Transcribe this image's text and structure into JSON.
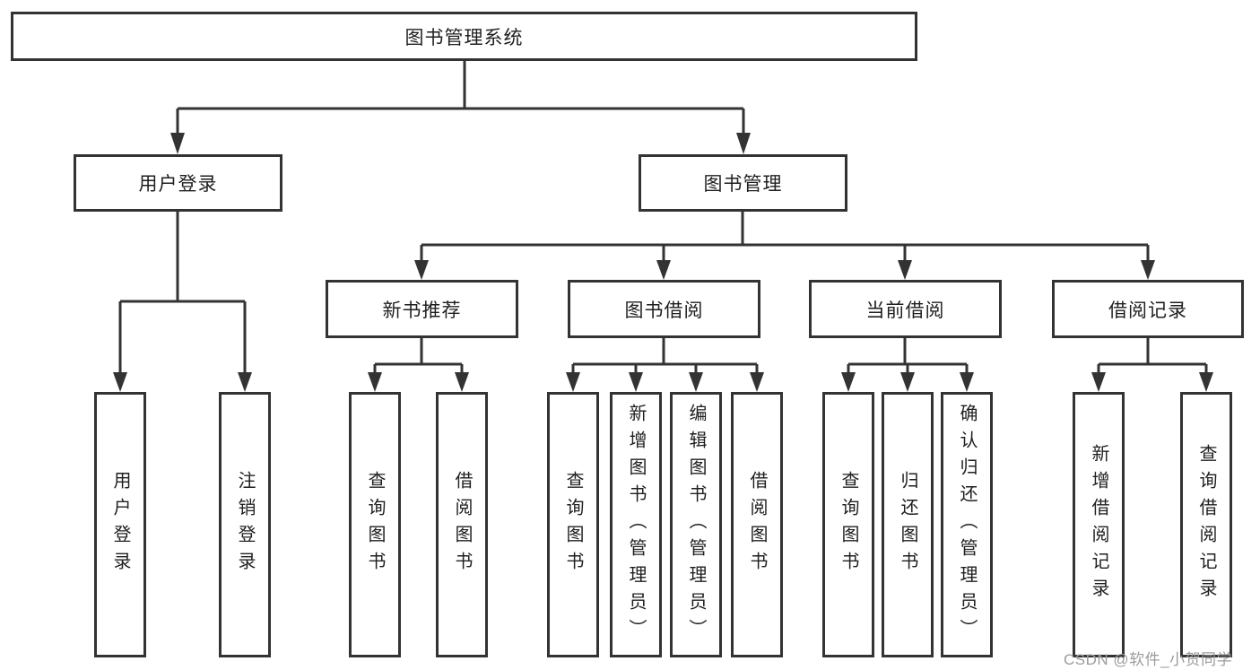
{
  "nodes": {
    "root": {
      "label": "图书管理系统"
    },
    "level2": [
      {
        "label": "用户登录"
      },
      {
        "label": "图书管理"
      }
    ],
    "level3": [
      {
        "label": "新书推荐",
        "parent": "图书管理"
      },
      {
        "label": "图书借阅",
        "parent": "图书管理"
      },
      {
        "label": "当前借阅",
        "parent": "图书管理"
      },
      {
        "label": "借阅记录",
        "parent": "图书管理"
      }
    ],
    "leaves": [
      {
        "label": "用户登录",
        "parent": "用户登录"
      },
      {
        "label": "注销登录",
        "parent": "用户登录"
      },
      {
        "label": "查询图书",
        "parent": "新书推荐"
      },
      {
        "label": "借阅图书",
        "parent": "新书推荐"
      },
      {
        "label": "查询图书",
        "parent": "图书借阅"
      },
      {
        "label": "新增图书（管理员）",
        "parent": "图书借阅"
      },
      {
        "label": "编辑图书（管理员）",
        "parent": "图书借阅"
      },
      {
        "label": "借阅图书",
        "parent": "图书借阅"
      },
      {
        "label": "查询图书",
        "parent": "当前借阅"
      },
      {
        "label": "归还图书",
        "parent": "当前借阅"
      },
      {
        "label": "确认归还（管理员）",
        "parent": "当前借阅"
      },
      {
        "label": "新增借阅记录",
        "parent": "借阅记录"
      },
      {
        "label": "查询借阅记录",
        "parent": "借阅记录"
      }
    ]
  },
  "watermark": "CSDN @软件_小贺同学",
  "colors": {
    "line": "#333333",
    "box_border": "#333333",
    "box_fill": "#ffffff",
    "background": "#ffffff",
    "text": "#1f1f1f",
    "watermark": "#9c9c9c"
  }
}
